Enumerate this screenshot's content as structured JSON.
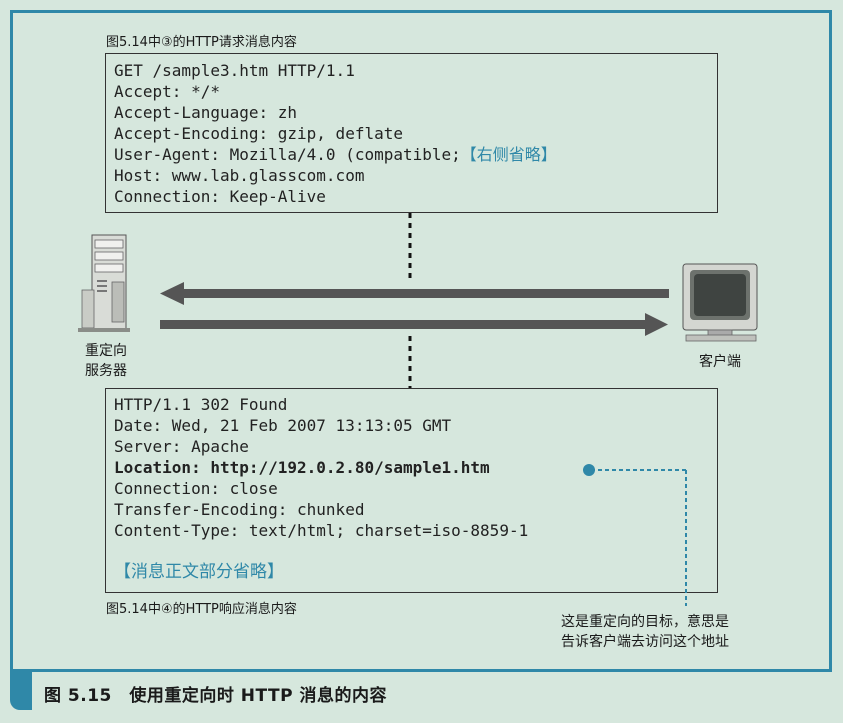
{
  "request_caption": "图5.14中③的HTTP请求消息内容",
  "request_lines": [
    "GET /sample3.htm HTTP/1.1",
    "Accept: */*",
    "Accept-Language: zh",
    "Accept-Encoding: gzip, deflate",
    "User-Agent: Mozilla/4.0 (compatible;",
    "Host: www.lab.glasscom.com",
    "Connection: Keep-Alive"
  ],
  "request_omitted": "【右侧省略】",
  "server_label": [
    "重定向",
    "服务器"
  ],
  "client_label": "客户端",
  "response_lines": [
    "HTTP/1.1 302 Found",
    "Date: Wed, 21 Feb 2007 13:13:05 GMT",
    "Server: Apache",
    "Location: http://192.0.2.80/sample1.htm",
    "Connection: close",
    "Transfer-Encoding: chunked",
    "Content-Type: text/html; charset=iso-8859-1"
  ],
  "response_body_omitted": "【消息正文部分省略】",
  "response_caption": "图5.14中④的HTTP响应消息内容",
  "annotation": [
    "这是重定向的目标，意思是",
    "告诉客户端去访问这个地址"
  ],
  "figure_caption": "图 5.15　使用重定向时 HTTP 消息的内容",
  "colors": {
    "accent": "#2f88a8",
    "background": "#d6e7dd",
    "border": "#333333"
  }
}
